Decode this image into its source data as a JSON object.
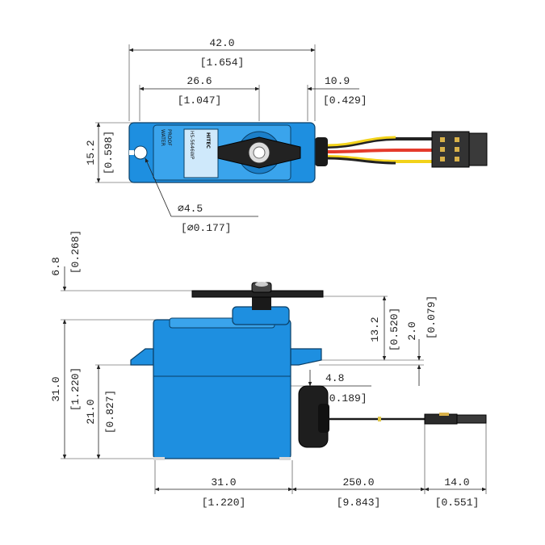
{
  "top_view": {
    "overall_length": "42.0",
    "overall_length_in": "[1.654]",
    "shaft_offset": "26.6",
    "shaft_offset_in": "[1.047]",
    "ear_length": "10.9",
    "ear_length_in": "[0.429]",
    "width": "15.2",
    "width_in": "[0.598]",
    "hole_diameter": "∅4.5",
    "hole_diameter_in": "[∅0.177]",
    "label_water": "WATER",
    "label_proof": "PROOF",
    "brand_text": "HITEC",
    "model_text": "HS-5646WP"
  },
  "side_view": {
    "horn_height": "6.8",
    "horn_height_in": "[0.268]",
    "top_to_ear": "13.2",
    "top_to_ear_in": "[0.520]",
    "ear_thickness": "2.0",
    "ear_thickness_in": "[0.079]",
    "total_height": "31.0",
    "total_height_in": "[1.220]",
    "lower_height": "21.0",
    "lower_height_in": "[0.827]",
    "cable_offset": "4.8",
    "cable_offset_in": "[0.189]",
    "body_length": "31.0",
    "body_length_in": "[1.220]",
    "cable_length": "250.0",
    "cable_length_in": "[9.843]",
    "connector_length": "14.0",
    "connector_length_in": "[0.551]"
  },
  "colors": {
    "body": "#1e8fe0",
    "wire_red": "#e53b2c",
    "wire_yellow": "#f2d21a",
    "wire_black": "#222222"
  }
}
